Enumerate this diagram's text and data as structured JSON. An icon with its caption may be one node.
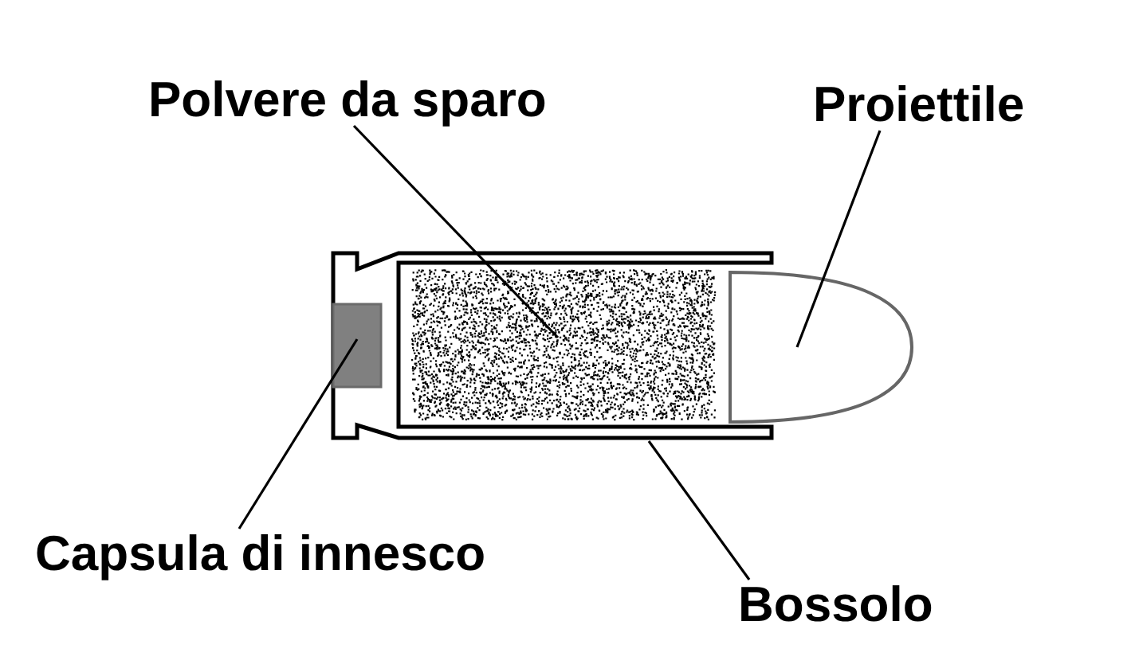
{
  "diagram": {
    "nodes": [
      {
        "text": [
          "Polvere da sparo"
        ]
      },
      {
        "text": [
          "Proiettile"
        ]
      },
      {
        "text": [
          "Capsula di innesco"
        ]
      },
      {
        "text": [
          "Bossolo"
        ]
      },
      {
        "text": [],
        "shape": "box",
        "in": 7
      },
      {
        "text": [],
        "shape": "bullet"
      },
      {
        "text": [],
        "shape": "box",
        "in": 7
      },
      {
        "text": [],
        "shape": "case"
      }
    ],
    "edges": [
      {
        "from": 0,
        "to": 6,
        "arrow": "none"
      },
      {
        "from": 1,
        "to": 5,
        "arrow": "none"
      },
      {
        "from": 2,
        "to": 4,
        "arrow": "none"
      },
      {
        "from": 3,
        "to": 7,
        "arrow": "none"
      }
    ]
  }
}
